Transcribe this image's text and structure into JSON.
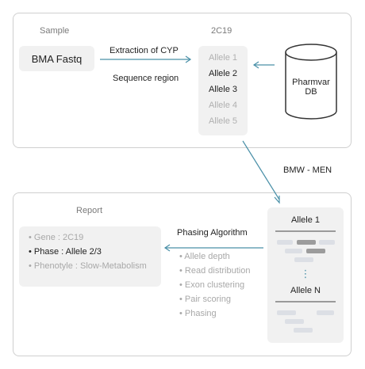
{
  "top_panel": {
    "sample_label": "Sample",
    "sample_box": "BMA Fastq",
    "gene_label": "2C19",
    "extraction_label_line1": "Extraction of CYP",
    "extraction_label_line2": "Sequence region",
    "alleles": [
      {
        "label": "Allele 1",
        "highlighted": false
      },
      {
        "label": "Allele 2",
        "highlighted": true
      },
      {
        "label": "Allele 3",
        "highlighted": true
      },
      {
        "label": "Allele 4",
        "highlighted": false
      },
      {
        "label": "Allele 5",
        "highlighted": false
      }
    ],
    "db_line1": "Pharmvar",
    "db_line2": "DB"
  },
  "connector_label": "BMW - MEN",
  "bottom_panel": {
    "report_label": "Report",
    "report_items": [
      {
        "text": "Gene : 2C19",
        "highlighted": false
      },
      {
        "text": "Phase : Allele 2/3",
        "highlighted": true
      },
      {
        "text": "Phenotyle : Slow-Metabolism",
        "highlighted": false
      }
    ],
    "algorithm_label": "Phasing Algorithm",
    "steps": [
      "Allele depth",
      "Read distribution",
      "Exon clustering",
      "Pair scoring",
      "Phasing"
    ],
    "allele_first": "Allele 1",
    "ellipsis": "⋮",
    "allele_last": "Allele N"
  },
  "colors": {
    "arrow": "#4a90a8",
    "border": "#cfcfcf",
    "box_fill": "#f1f1f1"
  }
}
